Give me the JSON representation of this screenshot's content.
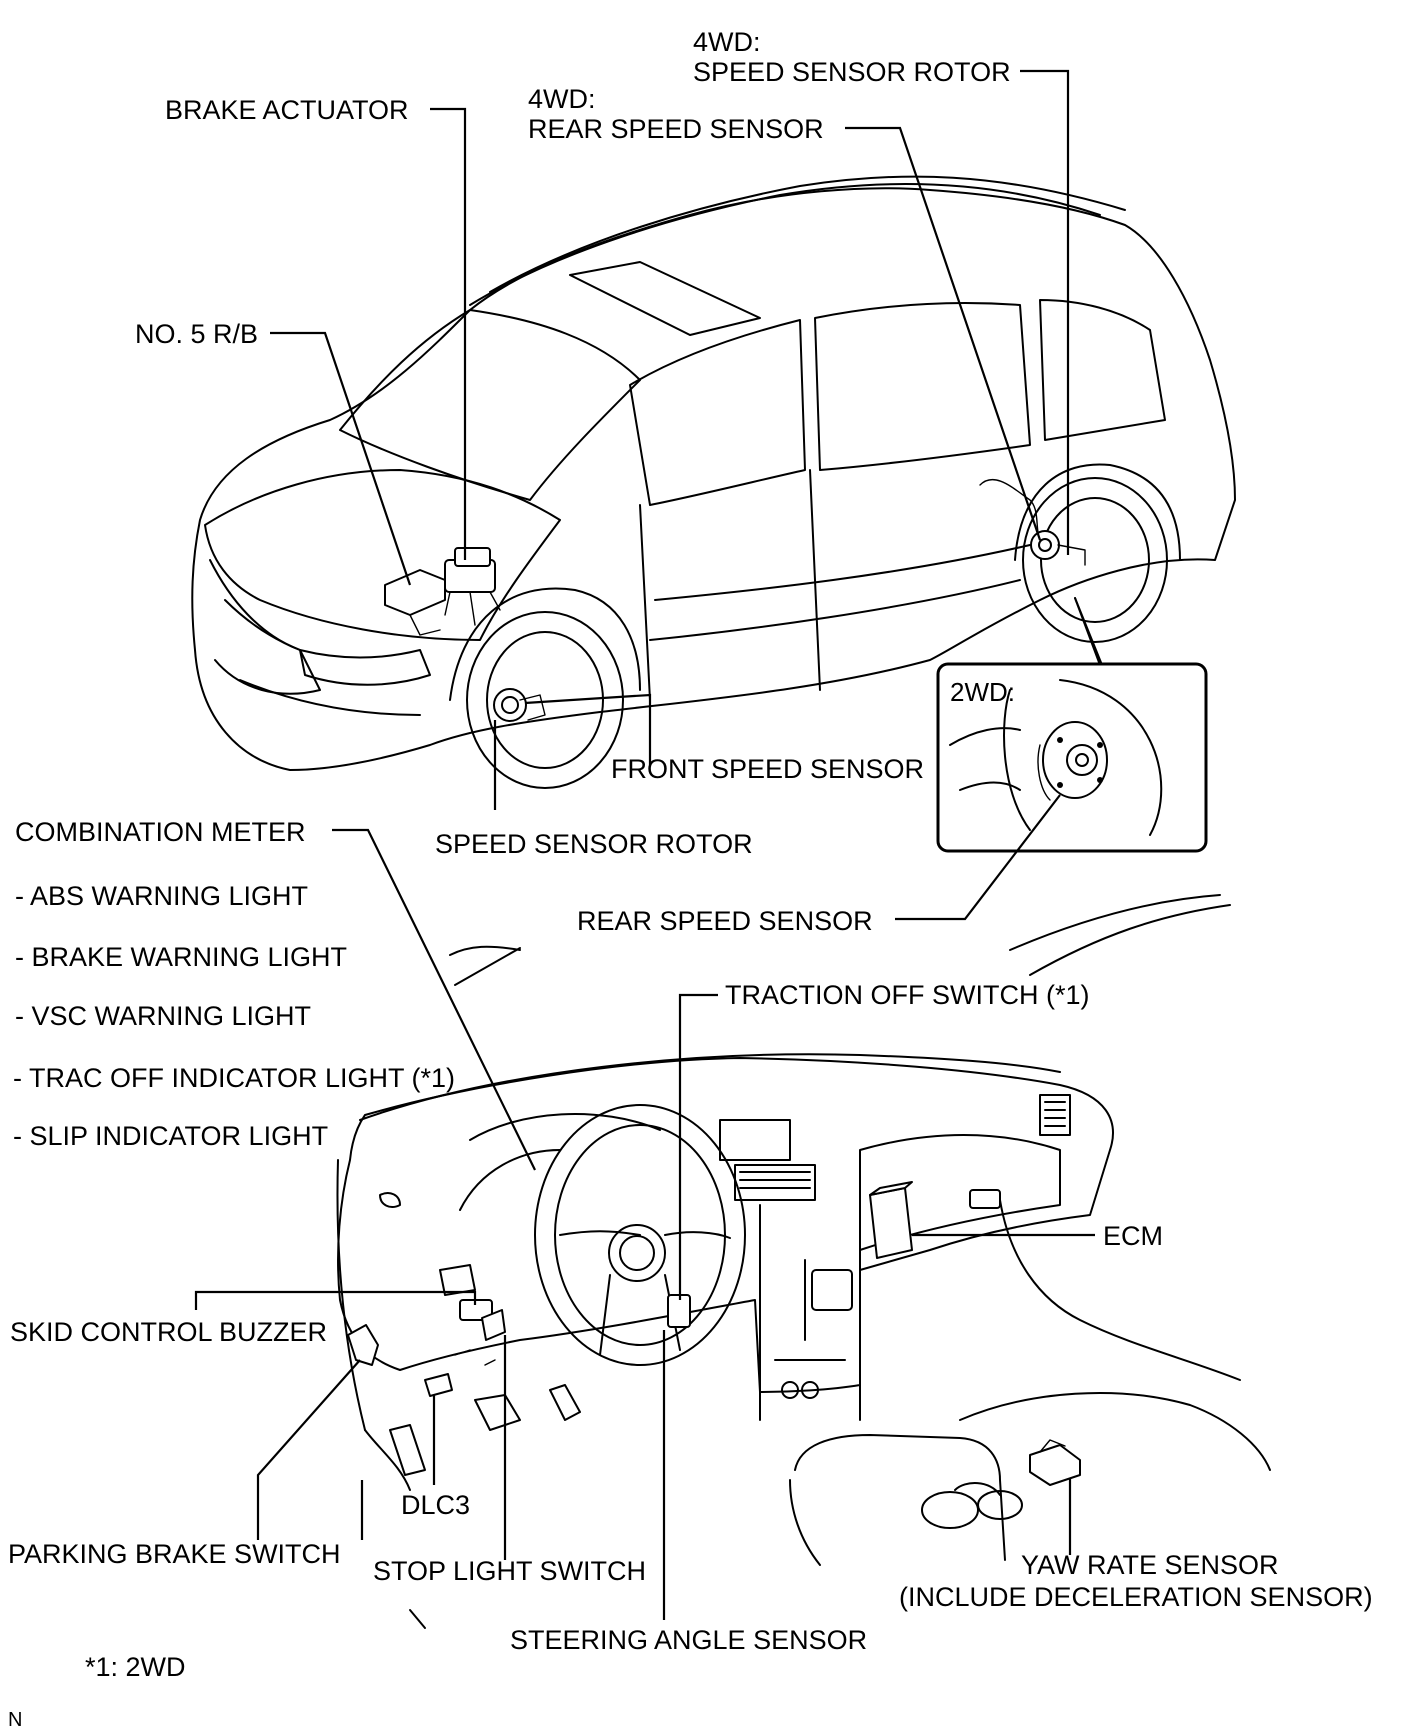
{
  "labels": {
    "four_wd_rotor_prefix": "4WD:",
    "four_wd_rotor": "SPEED SENSOR ROTOR",
    "brake_actuator": "BRAKE ACTUATOR",
    "four_wd_rear_prefix": "4WD:",
    "four_wd_rear_sensor": "REAR SPEED SENSOR",
    "no5_rb": "NO. 5 R/B",
    "two_wd": "2WD:",
    "front_speed_sensor": "FRONT SPEED SENSOR",
    "combination_meter": "COMBINATION METER",
    "speed_sensor_rotor": "SPEED SENSOR ROTOR",
    "rear_speed_sensor": "REAR SPEED SENSOR",
    "abs_warning": "- ABS WARNING LIGHT",
    "brake_warning": "- BRAKE WARNING LIGHT",
    "vsc_warning": "- VSC WARNING LIGHT",
    "trac_off_indicator": "- TRAC OFF INDICATOR LIGHT (*1)",
    "slip_indicator": "- SLIP INDICATOR LIGHT",
    "traction_off_switch": "TRACTION OFF SWITCH (*1)",
    "ecm": "ECM",
    "skid_control_buzzer": "SKID CONTROL BUZZER",
    "dlc3": "DLC3",
    "parking_brake_switch": "PARKING BRAKE SWITCH",
    "stop_light_switch": "STOP LIGHT SWITCH",
    "yaw_rate_sensor": "YAW RATE SENSOR",
    "include_decel": "(INCLUDE DECELERATION SENSOR)",
    "steering_angle_sensor": "STEERING ANGLE SENSOR",
    "footnote": "*1: 2WD",
    "corner_mark": "N"
  }
}
